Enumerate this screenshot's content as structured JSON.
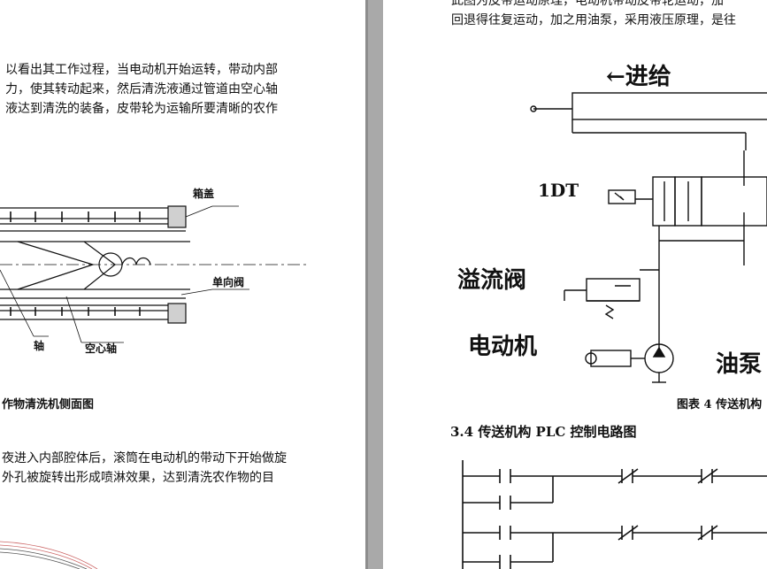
{
  "left_page": {
    "paragraph1": [
      "以看出其工作过程，当电动机开始运转，带动内部",
      "力，使其转动起来，然后清洗液通过管道由空心轴",
      "液达到清洗的装备，皮带轮为运输所要清晰的农作"
    ],
    "figure": {
      "labels": {
        "box_lid": "箱盖",
        "check_valve": "单向阀",
        "shaft": "轴",
        "hollow_shaft": "空心轴"
      }
    },
    "caption": "作物清洗机侧面图",
    "paragraph2": [
      "夜进入内部腔体后，滚筒在电动机的带动下开始做旋",
      "外孔被旋转出形成喷淋效果，达到清洗农作物的目"
    ]
  },
  "right_page": {
    "top_lines": [
      "此图为皮带运动原理，电动机带动皮带轮运动，加",
      "回退得往复运动，加之用油泵，采用液压原理，是往"
    ],
    "hydraulic_diagram": {
      "labels": {
        "feed": "←进给",
        "solenoid": "1DT",
        "relief_valve": "溢流阀",
        "motor": "电动机",
        "oil_pump": "油泵"
      }
    },
    "caption": "图表 4 传送机构",
    "section_heading": "3.4 传送机构 PLC 控制电路图"
  },
  "colors": {
    "page": "#ffffff",
    "background": "#ababab",
    "text": "#111111"
  }
}
